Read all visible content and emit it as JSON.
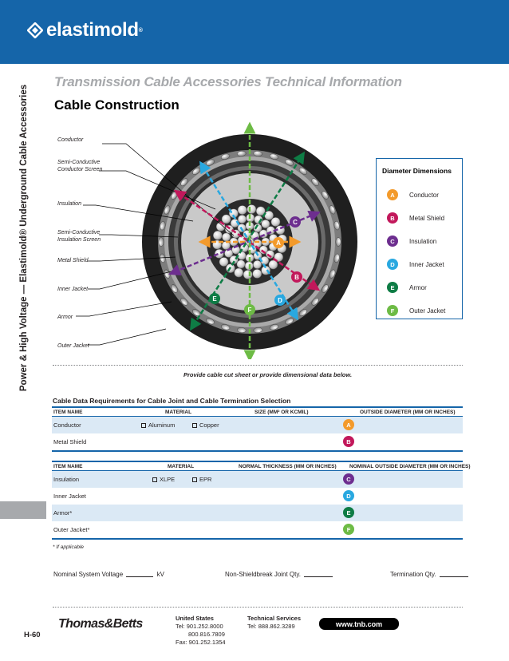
{
  "brand": {
    "name": "elastimold",
    "reg": "®"
  },
  "side_title": "Power & High Voltage — Elastimold® Underground Cable Accessories",
  "header": {
    "section": "Transmission Cable Accessories Technical Information",
    "title": "Cable Construction"
  },
  "layers": [
    {
      "label": "Conductor"
    },
    {
      "label": "Semi-Conductive\nConductor Screen"
    },
    {
      "label": "Insulation"
    },
    {
      "label": "Semi-Conductive\nInsulation Screen"
    },
    {
      "label": "Metal Shield"
    },
    {
      "label": "Inner Jacket"
    },
    {
      "label": "Armor"
    },
    {
      "label": "Outer Jacket"
    }
  ],
  "dimensions": {
    "title": "Diameter Dimensions",
    "items": [
      {
        "letter": "A",
        "label": "Conductor",
        "color": "#f39a2b"
      },
      {
        "letter": "B",
        "label": "Metal Shield",
        "color": "#c2185b"
      },
      {
        "letter": "C",
        "label": "Insulation",
        "color": "#6d2e8f"
      },
      {
        "letter": "D",
        "label": "Inner Jacket",
        "color": "#29a8e0"
      },
      {
        "letter": "E",
        "label": "Armor",
        "color": "#0e7c45"
      },
      {
        "letter": "F",
        "label": "Outer Jacket",
        "color": "#6dbb45"
      }
    ]
  },
  "cut_note": "Provide cable cut sheet or provide dimensional data below.",
  "requirements_title": "Cable Data Requirements for Cable Joint and Cable Termination Selection",
  "table1": {
    "headers": [
      "ITEM NAME",
      "MATERIAL",
      "SIZE (MM² OR KCMIL)",
      "OUTSIDE DIAMETER (MM OR INCHES)"
    ],
    "rows": [
      {
        "item": "Conductor",
        "opt1": "Aluminum",
        "opt2": "Copper",
        "letter": "A"
      },
      {
        "item": "Metal Shield",
        "opt1": "",
        "opt2": "",
        "letter": "B"
      }
    ]
  },
  "table2": {
    "headers": [
      "ITEM NAME",
      "MATERIAL",
      "NORMAL THICKNESS (MM OR INCHES)",
      "NOMINAL OUTSIDE DIAMETER (MM OR INCHES)"
    ],
    "rows": [
      {
        "item": "Insulation",
        "opt1": "XLPE",
        "opt2": "EPR",
        "letter": "C"
      },
      {
        "item": "Inner Jacket",
        "opt1": "",
        "opt2": "",
        "letter": "D"
      },
      {
        "item": "Armor*",
        "opt1": "",
        "opt2": "",
        "letter": "E"
      },
      {
        "item": "Outer Jacket*",
        "opt1": "",
        "opt2": "",
        "letter": "F"
      }
    ]
  },
  "footnote": "* If applicable",
  "fields": {
    "voltage_label": "Nominal System Voltage",
    "voltage_unit": "kV",
    "joint_label": "Non-Shieldbreak Joint Qty.",
    "termination_label": "Termination Qty."
  },
  "footer": {
    "company": "Thomas&Betts",
    "us_title": "United States",
    "us_lines": [
      "Tel:  901.252.8000",
      "800.816.7809",
      "Fax: 901.252.1354"
    ],
    "tech_title": "Technical Services",
    "tech_line": "Tel:  888.862.3289",
    "url": "www.tnb.com",
    "page": "H-60"
  }
}
